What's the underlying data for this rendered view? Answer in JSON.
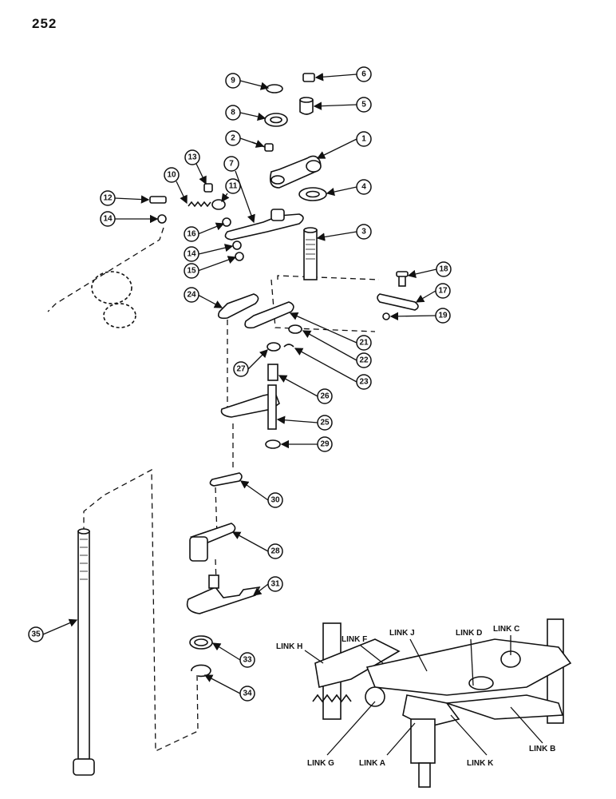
{
  "page_number": "252",
  "callouts": [
    "1",
    "2",
    "3",
    "4",
    "5",
    "6",
    "7",
    "8",
    "9",
    "10",
    "11",
    "12",
    "13",
    "14",
    "14",
    "15",
    "16",
    "17",
    "18",
    "19",
    "21",
    "22",
    "23",
    "24",
    "25",
    "26",
    "27",
    "28",
    "29",
    "30",
    "31",
    "33",
    "34",
    "35"
  ],
  "link_labels": [
    "LINK H",
    "LINK F",
    "LINK J",
    "LINK D",
    "LINK C",
    "LINK G",
    "LINK A",
    "LINK K",
    "LINK B"
  ]
}
